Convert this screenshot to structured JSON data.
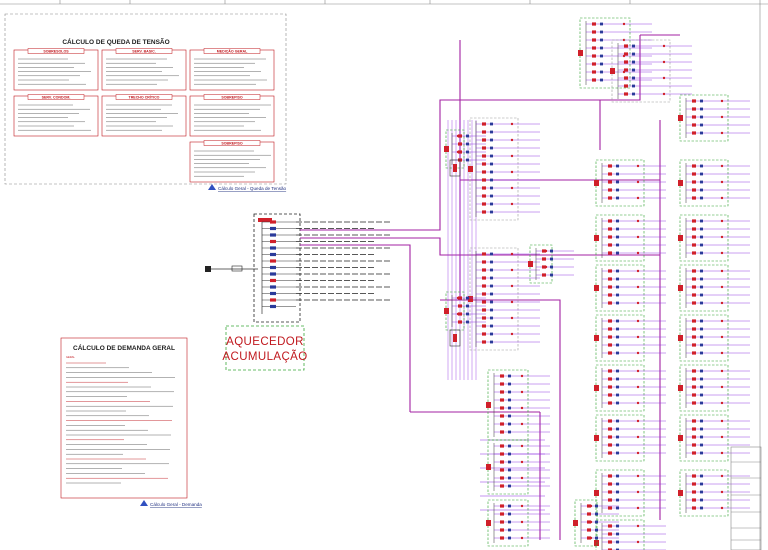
{
  "drawing": {
    "voltage_drop_title": "CÁLCULO DE QUEDA DE TENSÃO",
    "voltage_drop_caption": "Cálculo Geral - Queda de Tensão",
    "demand_title": "CÁLCULO DE DEMANDA GERAL",
    "demand_caption": "Cálculo Geral - Demanda",
    "heater_label_line1": "AQUECEDOR",
    "heater_label_line2": "ACUMULAÇÃO",
    "voltage_boxes": [
      {
        "title": "SOBRESOLOS"
      },
      {
        "title": "SERV. BASIC."
      },
      {
        "title": "MEDIÇÃO GERAL"
      },
      {
        "title": "SERV. CONDOM."
      },
      {
        "title": "TRECHO CRÍTICO"
      },
      {
        "title": "SOBREPISO"
      },
      {
        "title": "SOBREPISO"
      }
    ],
    "demand_heading": "GERAL",
    "demand_notes": [
      "ILUMINAÇÃO E TOMADAS",
      "TOTAL"
    ]
  },
  "colors": {
    "main_feeder": "#a321a3",
    "circuit_line": "#8a2be2",
    "breaker_red": "#d0202a",
    "breaker_blue": "#2a3a9a",
    "text_red": "#c0181e",
    "panel_border_green": "#2aa02a",
    "panel_border_gray": "#9a9a9a"
  }
}
